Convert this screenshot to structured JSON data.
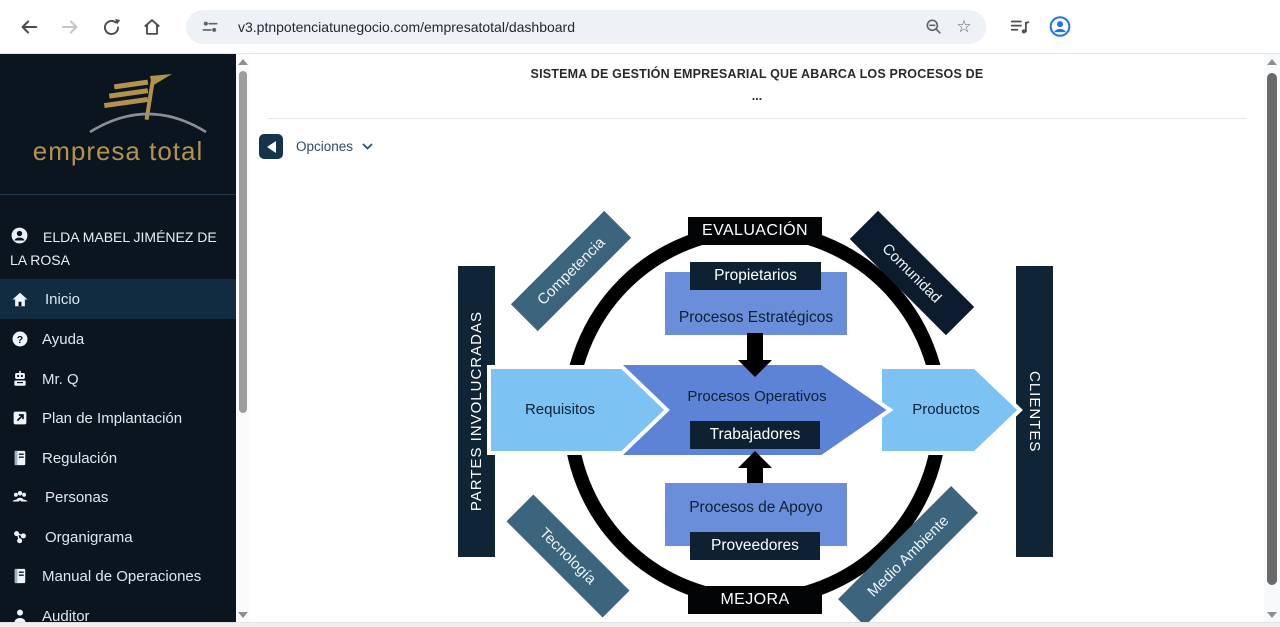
{
  "browser": {
    "url": "v3.ptnpotenciatunegocio.com/empresatotal/dashboard",
    "icons": [
      "back-icon",
      "forward-icon",
      "reload-icon",
      "home-icon",
      "site-info-icon",
      "zoom-out-icon",
      "star-icon",
      "media-control-icon",
      "account-icon"
    ]
  },
  "sidebar": {
    "logo_text": "empresa total",
    "user_name": "ELDA MABEL JIMÉNEZ DE LA ROSA",
    "items": [
      {
        "label": "Inicio",
        "icon": "home-icon",
        "active": true
      },
      {
        "label": "Ayuda",
        "icon": "help-icon",
        "active": false
      },
      {
        "label": "Mr. Q",
        "icon": "robot-icon",
        "active": false
      },
      {
        "label": "Plan de Implantación",
        "icon": "launch-icon",
        "active": false
      },
      {
        "label": "Regulación",
        "icon": "book-icon",
        "active": false
      },
      {
        "label": "Personas",
        "icon": "people-icon",
        "active": false
      },
      {
        "label": "Organigrama",
        "icon": "orgchart-icon",
        "active": false
      },
      {
        "label": "Manual de Operaciones",
        "icon": "book-icon",
        "active": false
      },
      {
        "label": "Auditor",
        "icon": "person-icon",
        "active": false
      }
    ]
  },
  "main": {
    "title": "SISTEMA DE GESTIÓN EMPRESARIAL QUE ABARCA LOS PROCESOS DE",
    "subtitle": "...",
    "options_label": "Opciones"
  },
  "diagram": {
    "top_label": "EVALUACIÓN",
    "bottom_label": "MEJORA",
    "left_bar": "PARTES INVOLUCRADAS",
    "right_bar": "CLIENTES",
    "corner_top_left": "Competencia",
    "corner_top_right": "Comunidad",
    "corner_bottom_left": "Tecnología",
    "corner_bottom_right": "Medio Ambiente",
    "strategic_title": "Propietarios",
    "strategic_label": "Procesos Estratégicos",
    "workers_label": "Trabajadores",
    "support_label": "Procesos de Apoyo",
    "support_title": "Proveedores",
    "flow_input": "Requisitos",
    "flow_center": "Procesos Operativos",
    "flow_output": "Productos",
    "colors": {
      "ring": "#000000",
      "dark_navy": "#0d2133",
      "slate": "#3d647d",
      "medium_blue": "#6a8ed9",
      "light_blue": "#7cc3f3",
      "sidebar_bg": "#0a1520",
      "logo_gold": "#b3924e",
      "accent_link": "#2b4d68",
      "account_blue": "#1a73e8"
    }
  }
}
